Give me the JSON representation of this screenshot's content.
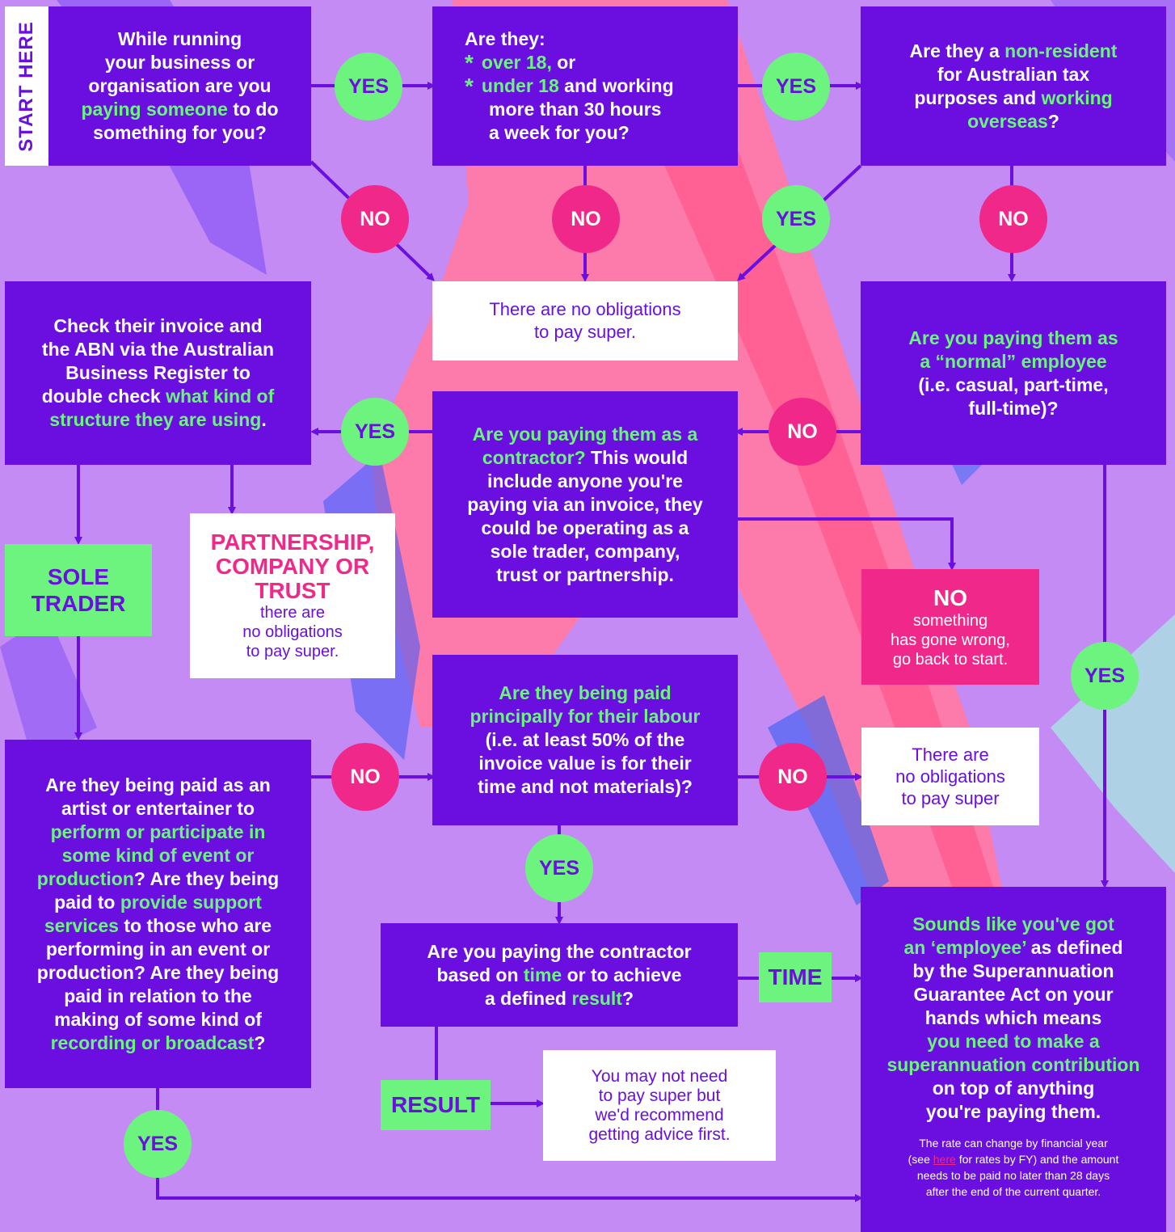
{
  "start_label": "START HERE",
  "q1": {
    "t1": "While running",
    "t2": "your business or",
    "t3": "organisation are you",
    "t4": "paying someone",
    "t5": "to do",
    "t6": "something for you?"
  },
  "q2": {
    "t1": "Are they:",
    "t2a": "over 18,",
    "t2b": "or",
    "t3a": "under 18",
    "t3b": "and working",
    "t4": "more than 30 hours",
    "t5": "a week for you?"
  },
  "q3": {
    "t1": "Are they a",
    "t1g": "non-resident",
    "t2": "for Australian tax",
    "t3": "purposes and",
    "t3g": "working",
    "t4g": "overseas",
    "t4": "?"
  },
  "no_oblig_1": {
    "l1": "There are no obligations",
    "l2": "to pay super."
  },
  "check_abn": {
    "l1": "Check their invoice and",
    "l2": "the ABN via the Australian",
    "l3": "Business Register to",
    "l4": "double check",
    "l4g": "what kind of",
    "l5g": "structure they are using",
    "l5": "."
  },
  "contractor_q": {
    "g1": "Are you paying them as a",
    "g2": "contractor?",
    "t2": "This would",
    "t3": "include anyone you're",
    "t4": "paying via an invoice, they",
    "t5": "could be operating as a",
    "t6": "sole trader, company,",
    "t7": "trust or partnership."
  },
  "normal_emp_q": {
    "g1": "Are you paying them as",
    "g2": "a “normal” employee",
    "t3": "(i.e. casual, part-time,",
    "t4": "full-time)?"
  },
  "sole_trader": {
    "l1": "SOLE",
    "l2": "TRADER"
  },
  "partnership": {
    "l1": "PARTNERSHIP,",
    "l2": "COMPANY OR",
    "l3": "TRUST",
    "l4": "there are",
    "l5": "no obligations",
    "l6": "to pay super."
  },
  "gone_wrong": {
    "title": "NO",
    "l1": "something",
    "l2": "has gone wrong,",
    "l3": "go back to start."
  },
  "artist_q": {
    "l1": "Are they being paid as an",
    "l2": "artist or entertainer to",
    "g3": "perform or participate in",
    "g4": "some kind of event or",
    "g5": "production",
    "t5": "? Are they being",
    "l6": "paid to",
    "g6": "provide support",
    "g7": "services",
    "t7": "to those who are",
    "l8": "performing in an event or",
    "l9": "production? Are they being",
    "l10": "paid in relation to the",
    "l11": "making of some kind of",
    "g12": "recording or broadcast",
    "t12": "?"
  },
  "labour_q": {
    "g1": "Are they being paid",
    "g2": "principally for their labour",
    "t3": "(i.e. at least 50% of the",
    "t4": "invoice value is for their",
    "t5": "time and not materials)?"
  },
  "no_oblig_2": {
    "l1": "There are",
    "l2": "no obligations",
    "l3": "to pay super"
  },
  "time_result_q": {
    "l1": "Are you paying the contractor",
    "l2a": "based on",
    "l2g": "time",
    "l2b": "or to achieve",
    "l3a": "a defined",
    "l3g": "result",
    "l3b": "?"
  },
  "time_label": "TIME",
  "result_label": "RESULT",
  "advice": {
    "l1": "You may not need",
    "l2": "to pay super but",
    "l3": "we'd recommend",
    "l4": "getting advice first."
  },
  "employee": {
    "g1": "Sounds like you've got",
    "g2a": "an ‘employee’",
    "t2": "as defined",
    "t3": "by the Superannuation",
    "t4": "Guarantee Act on your",
    "t5": "hands which means",
    "g6": "you need to make a",
    "g7": "superannuation contribution",
    "t8": "on top of anything",
    "t9": "you're paying them.",
    "fine1": "The rate can change by financial year",
    "fine2a": "(see",
    "fine2link": "here",
    "fine2b": "for rates by FY) and the amount",
    "fine3": "needs to be paid no later than 28 days",
    "fine4": "after the end of the current quarter."
  },
  "yes": "YES",
  "no": "NO",
  "colors": {
    "purple": "#6a0fe0",
    "green": "#6df47e",
    "pink": "#f0288a",
    "white": "#ffffff",
    "background": "#c48bf5"
  }
}
